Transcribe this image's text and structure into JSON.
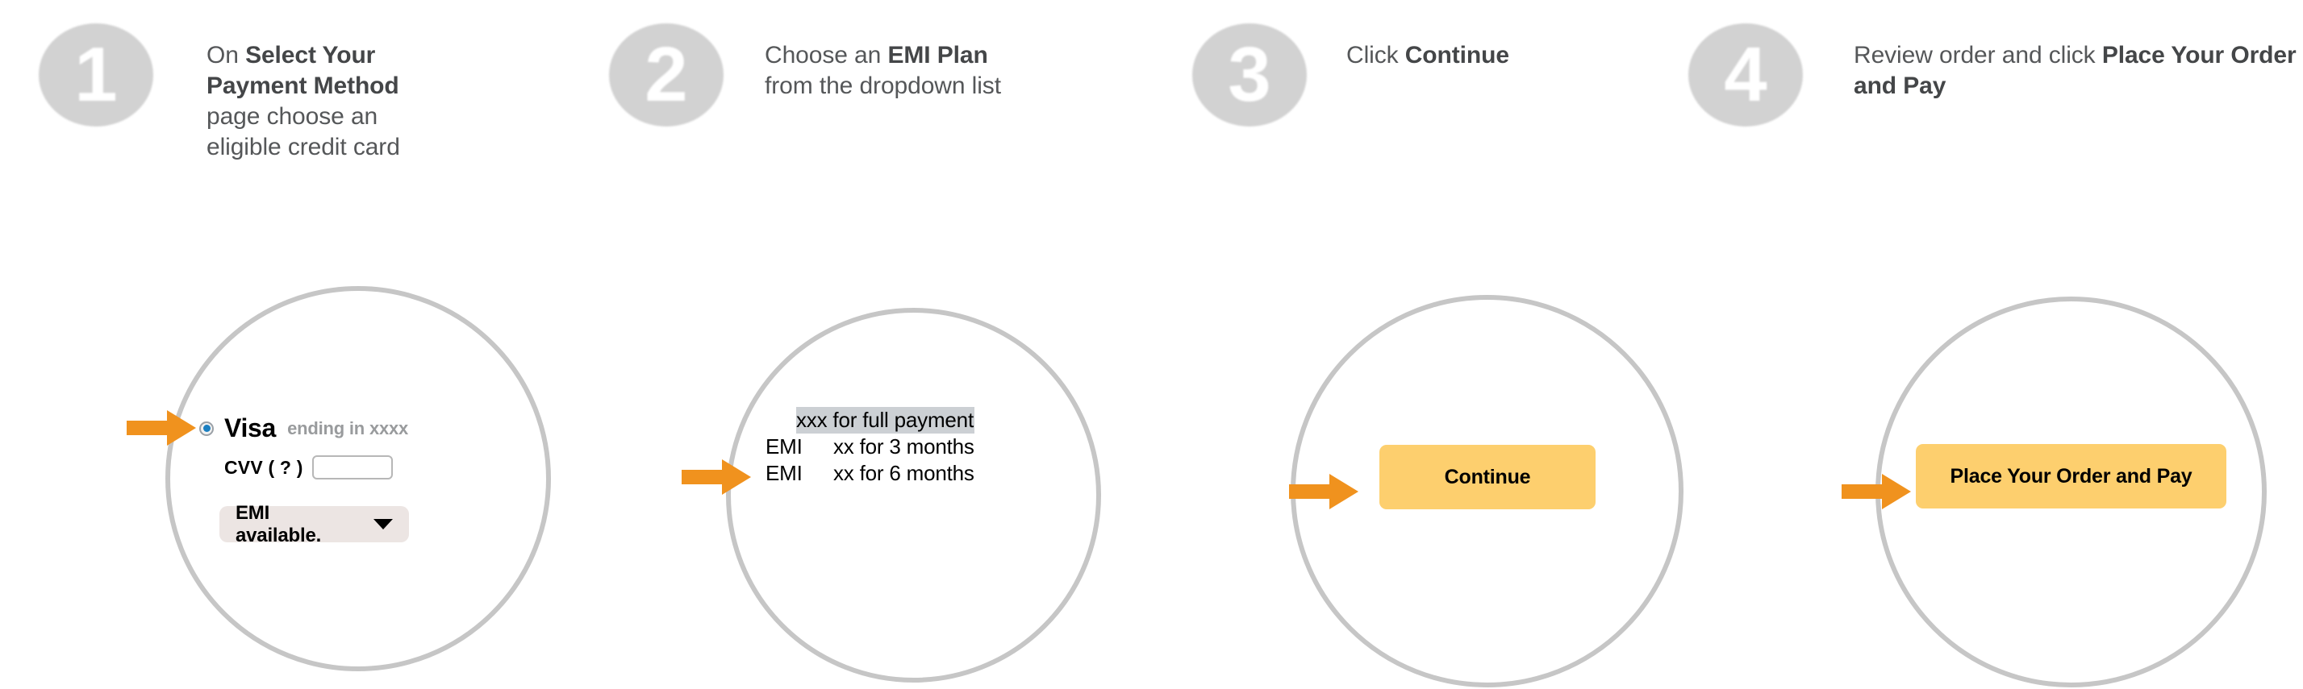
{
  "steps": [
    {
      "number": "1",
      "caption_html": "On <b>Select Your Payment Method</b> page choose an eligible credit card",
      "caption_plain": "On Select Your Payment Method page choose an eligible credit card"
    },
    {
      "number": "2",
      "caption_html": "Choose an <b>EMI Plan</b> from the dropdown list",
      "caption_plain": "Choose an EMI Plan from the dropdown list"
    },
    {
      "number": "3",
      "caption_html": "Click <b>Continue</b>",
      "caption_plain": "Click Continue"
    },
    {
      "number": "4",
      "caption_html": "Review order and click <b>Place Your Order and Pay</b>",
      "caption_plain": "Review order and click Place Your Order and Pay"
    }
  ],
  "panel1": {
    "card_name": "Visa",
    "card_ending": "ending in xxxx",
    "cvv_label": "CVV ( ? )",
    "cvv_value": "",
    "cvv_placeholder": "",
    "emi_select_value": "EMI available."
  },
  "panel2": {
    "options": [
      {
        "left": "",
        "right": "xxx for full payment",
        "selected": true
      },
      {
        "left": "EMI",
        "right": "xx for 3 months",
        "selected": false
      },
      {
        "left": "EMI",
        "right": "xx for 6 months",
        "selected": false
      }
    ]
  },
  "panel3": {
    "button_label": "Continue"
  },
  "panel4": {
    "button_label": "Place Your Order and Pay"
  },
  "colors": {
    "arrow_orange": "#f0921e",
    "badge_gray": "#d2d2d2",
    "circle_outline": "#c6c6c6",
    "button_amber": "#fdcf6e",
    "select_bg": "#ece5e3",
    "option_highlight": "#ccd0d4",
    "caption_text": "#555759",
    "radio_dot_blue": "#1a7fc1"
  }
}
